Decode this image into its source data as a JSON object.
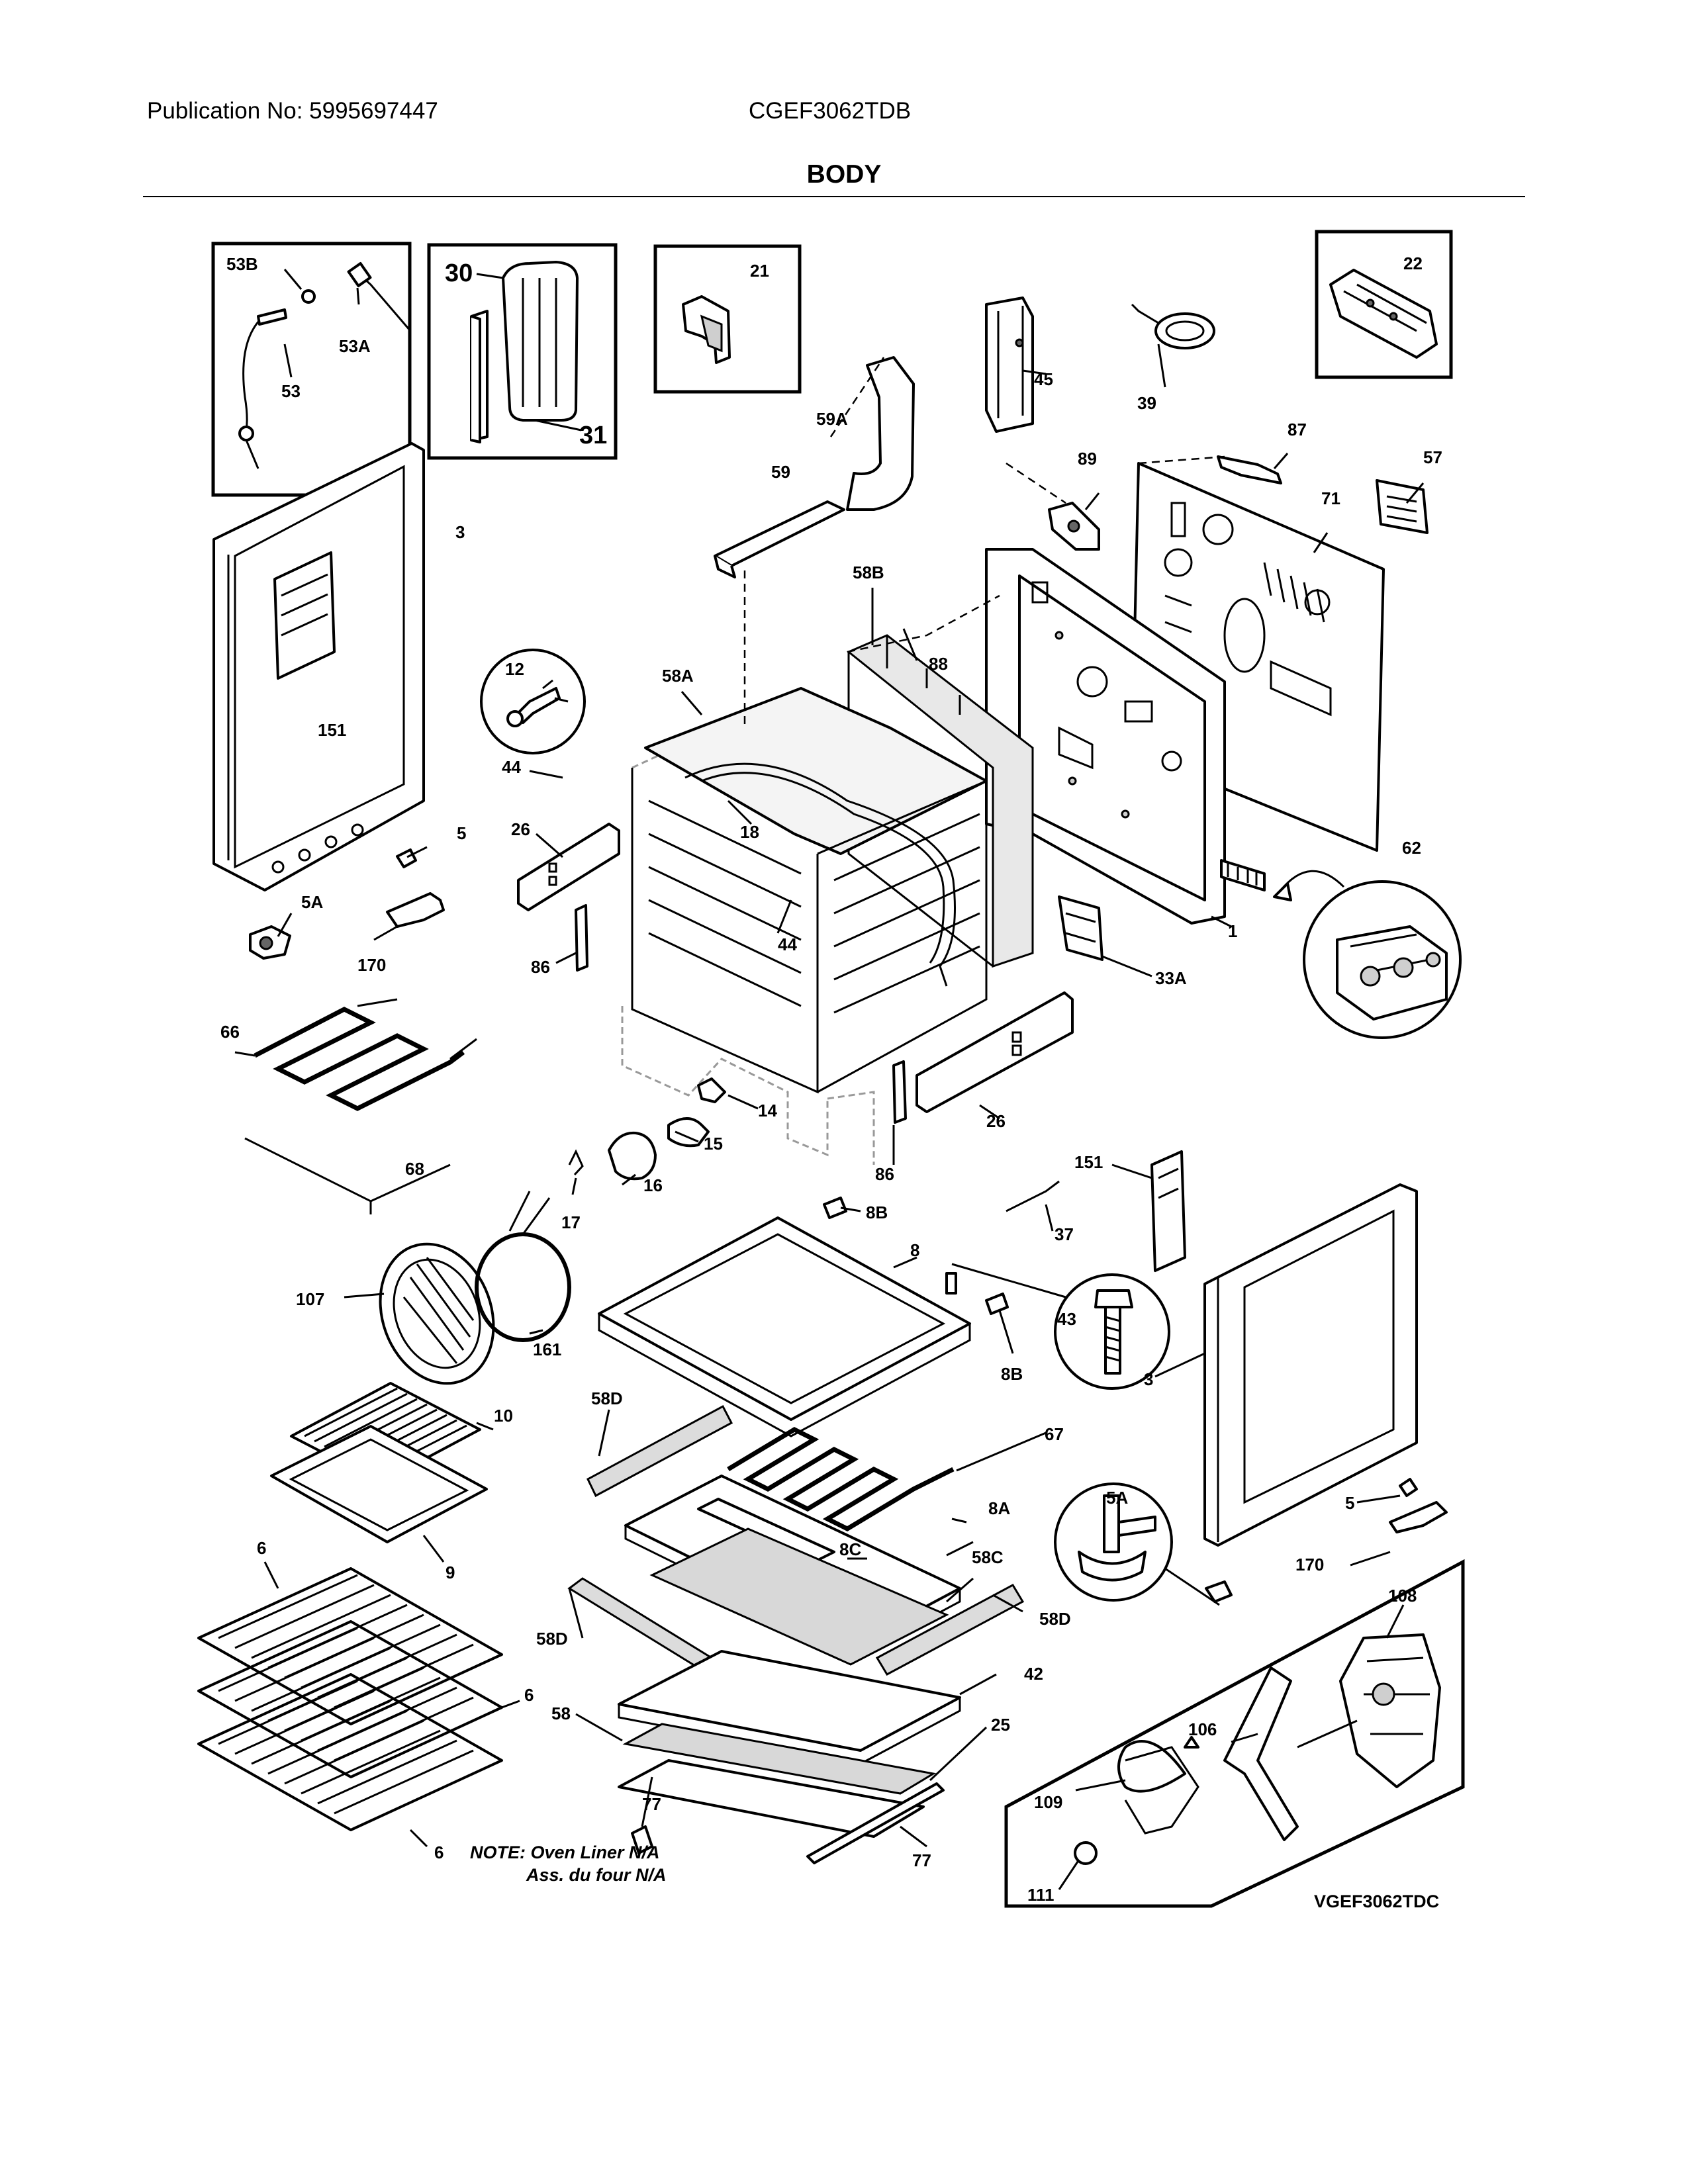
{
  "header": {
    "publication": "Publication No: 5995697447",
    "model": "CGEF3062TDB",
    "title": "BODY"
  },
  "parts": {
    "p53B": "53B",
    "p53A": "53A",
    "p53": "53",
    "p30": "30",
    "p31": "31",
    "p21": "21",
    "p22": "22",
    "p45": "45",
    "p39": "39",
    "p59A": "59A",
    "p59": "59",
    "p89": "89",
    "p87": "87",
    "p57": "57",
    "p71": "71",
    "p3_left": "3",
    "p151_left": "151",
    "p58B": "58B",
    "p88": "88",
    "p12": "12",
    "p58A": "58A",
    "p44_a": "44",
    "p18": "18",
    "p26_left": "26",
    "p5_left": "5",
    "p62": "62",
    "p1": "1",
    "p5A_left": "5A",
    "p170_left": "170",
    "p86_left": "86",
    "p44_b": "44",
    "p33A": "33A",
    "p66": "66",
    "p14": "14",
    "p15": "15",
    "p26_right": "26",
    "p68": "68",
    "p16": "16",
    "p86_right": "86",
    "p151_right": "151",
    "p17": "17",
    "p8B_top": "8B",
    "p37": "37",
    "p8": "8",
    "p107": "107",
    "p161": "161",
    "p43": "43",
    "p8B_bottom": "8B",
    "p3_right": "3",
    "p58D_top": "58D",
    "p10": "10",
    "p67": "67",
    "p5A_right": "5A",
    "p5_right": "5",
    "p9": "9",
    "p8A": "8A",
    "p6_top": "6",
    "p8C": "8C",
    "p58C": "58C",
    "p170_right": "170",
    "p108": "108",
    "p58D_left": "58D",
    "p58D_right": "58D",
    "p42": "42",
    "p6_mid": "6",
    "p106": "106",
    "p58": "58",
    "p25": "25",
    "p109": "109",
    "p77_left": "77",
    "p6_bottom": "6",
    "p111": "111",
    "p77_right": "77"
  },
  "notes": {
    "line1": "NOTE: Oven Liner N/A",
    "line2": "Ass. du four N/A"
  },
  "diagram_code": "VGEF3062TDC"
}
